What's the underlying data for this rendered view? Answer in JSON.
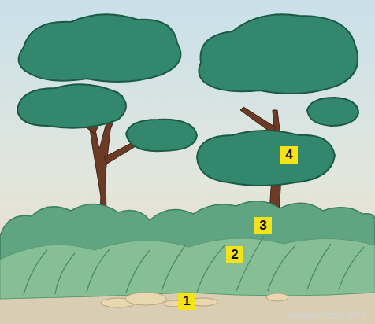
{
  "diagram": {
    "labels": [
      "1",
      "2",
      "3",
      "4",
      "Graphies / MEDD-DPPR"
    ]
  }
}
